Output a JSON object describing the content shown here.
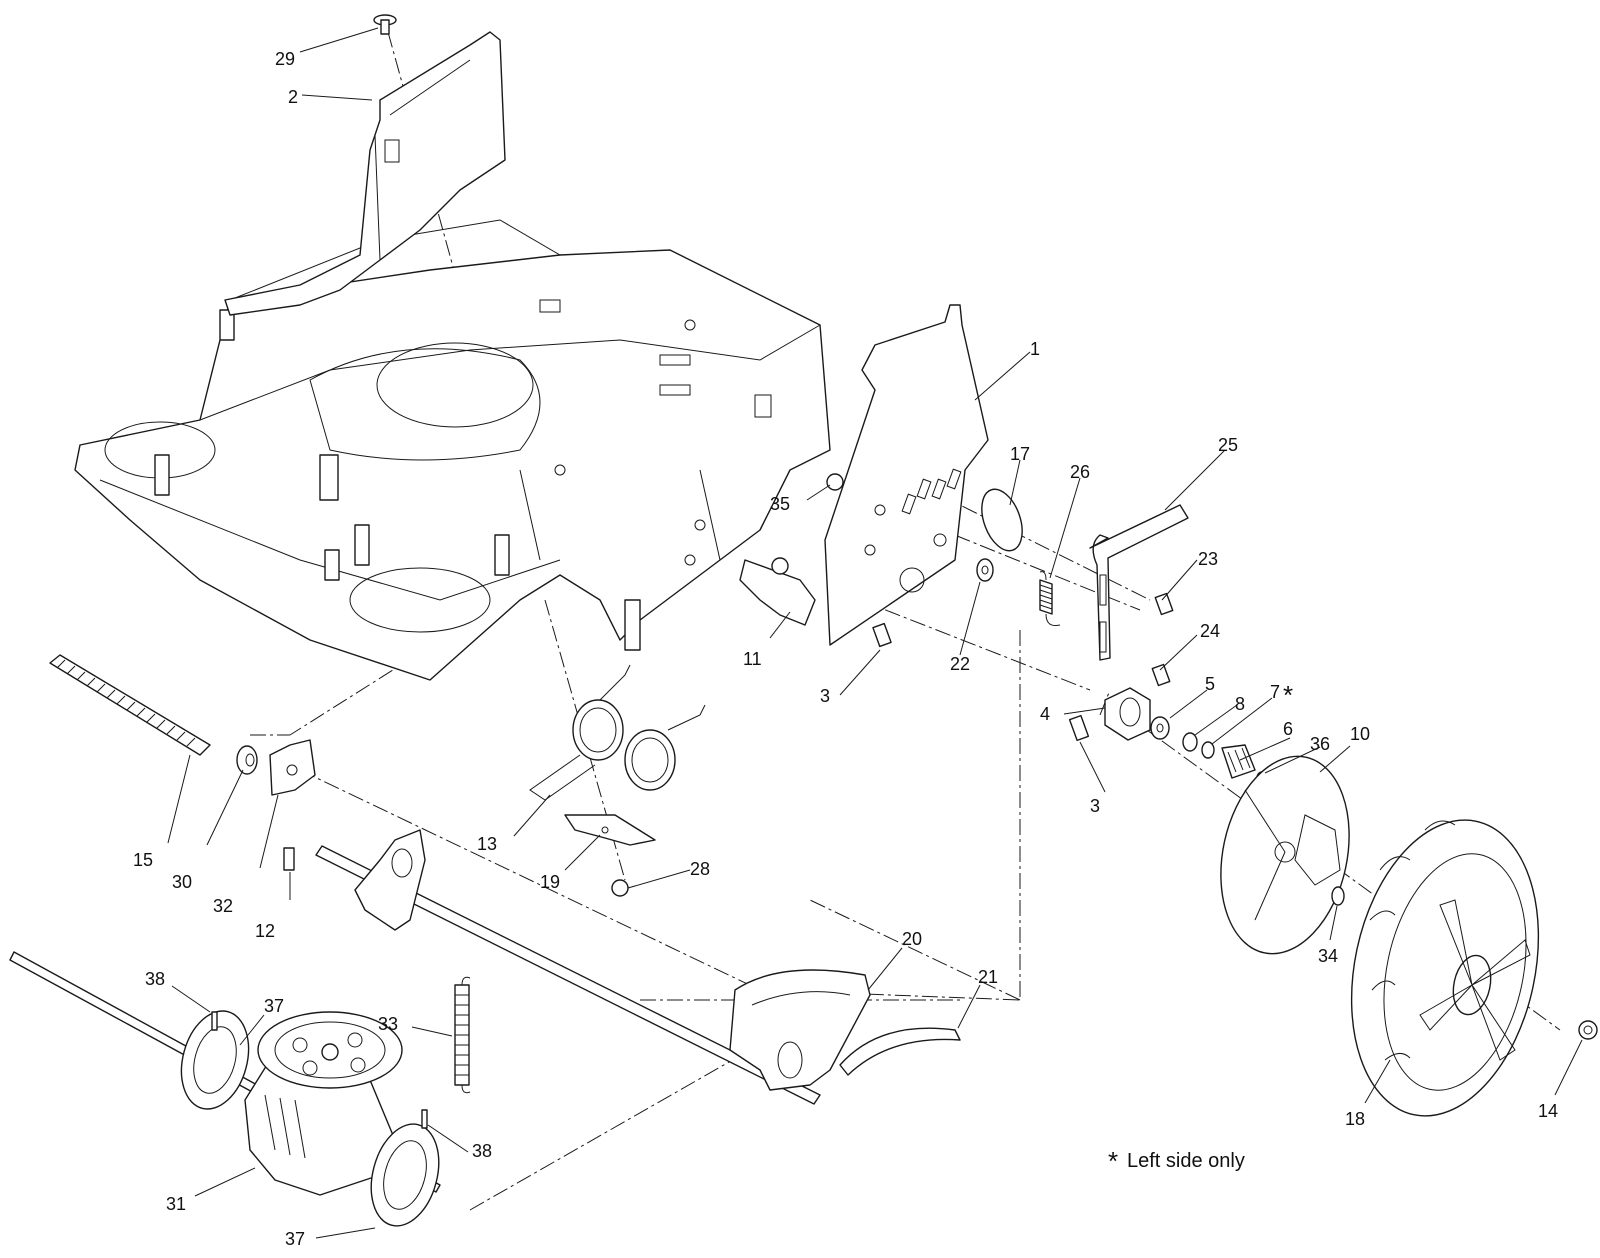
{
  "diagram": {
    "callouts": [
      {
        "label": "29"
      },
      {
        "label": "2"
      },
      {
        "label": "1"
      },
      {
        "label": "17"
      },
      {
        "label": "26"
      },
      {
        "label": "25"
      },
      {
        "label": "35"
      },
      {
        "label": "23"
      },
      {
        "label": "24"
      },
      {
        "label": "11"
      },
      {
        "label": "22"
      },
      {
        "label": "3"
      },
      {
        "label": "4"
      },
      {
        "label": "5"
      },
      {
        "label": "8"
      },
      {
        "label": "7"
      },
      {
        "label": "6"
      },
      {
        "label": "36"
      },
      {
        "label": "10"
      },
      {
        "label": "3"
      },
      {
        "label": "15"
      },
      {
        "label": "30"
      },
      {
        "label": "32"
      },
      {
        "label": "12"
      },
      {
        "label": "13"
      },
      {
        "label": "19"
      },
      {
        "label": "28"
      },
      {
        "label": "34"
      },
      {
        "label": "20"
      },
      {
        "label": "21"
      },
      {
        "label": "38"
      },
      {
        "label": "37"
      },
      {
        "label": "33"
      },
      {
        "label": "14"
      },
      {
        "label": "18"
      },
      {
        "label": "38"
      },
      {
        "label": "31"
      },
      {
        "label": "37"
      }
    ],
    "footnote": {
      "marker": "*",
      "text": "Left side only"
    }
  }
}
